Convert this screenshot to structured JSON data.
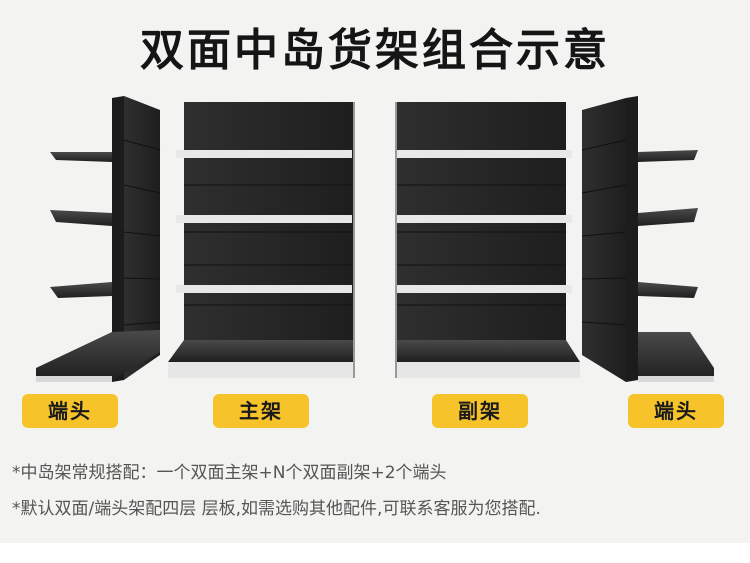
{
  "title": "双面中岛货架组合示意",
  "labels": {
    "end_left": "端头",
    "main": "主架",
    "sub": "副架",
    "end_right": "端头"
  },
  "notes": [
    "*中岛架常规搭配：一个双面主架+N个双面副架+2个端头",
    "*默认双面/端头架配四层 层板,如需选购其他配件,可联系客服为您搭配."
  ],
  "colors": {
    "tag": "#f6c42a",
    "shelf": "#2a2a2a",
    "background": "#f3f3f1"
  }
}
